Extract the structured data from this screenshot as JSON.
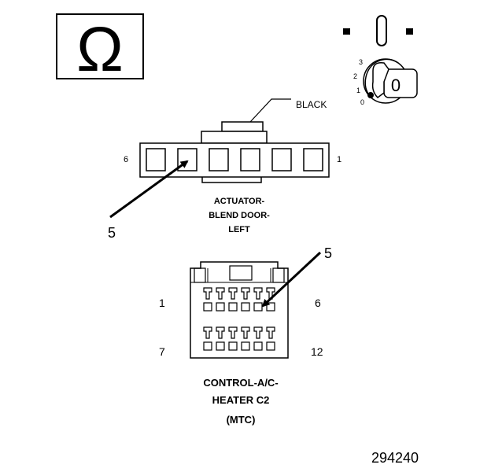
{
  "meter_symbol": "Ω",
  "ignition": {
    "positions": [
      "3",
      "2",
      "1",
      "0"
    ],
    "key_label": "0"
  },
  "wire_color": "BLACK",
  "actuator": {
    "pin_left": "6",
    "pin_right": "1",
    "probe_label": "5",
    "name_lines": [
      "ACTUATOR-",
      "BLEND DOOR-",
      "LEFT"
    ]
  },
  "control": {
    "pin_top_left": "1",
    "pin_top_right": "6",
    "pin_bottom_left": "7",
    "pin_bottom_right": "12",
    "probe_label": "5",
    "name_lines": [
      "CONTROL-A/C-",
      "HEATER C2",
      "(MTC)"
    ]
  },
  "figure_number": "294240",
  "colors": {
    "line": "#000000",
    "background": "#ffffff"
  }
}
